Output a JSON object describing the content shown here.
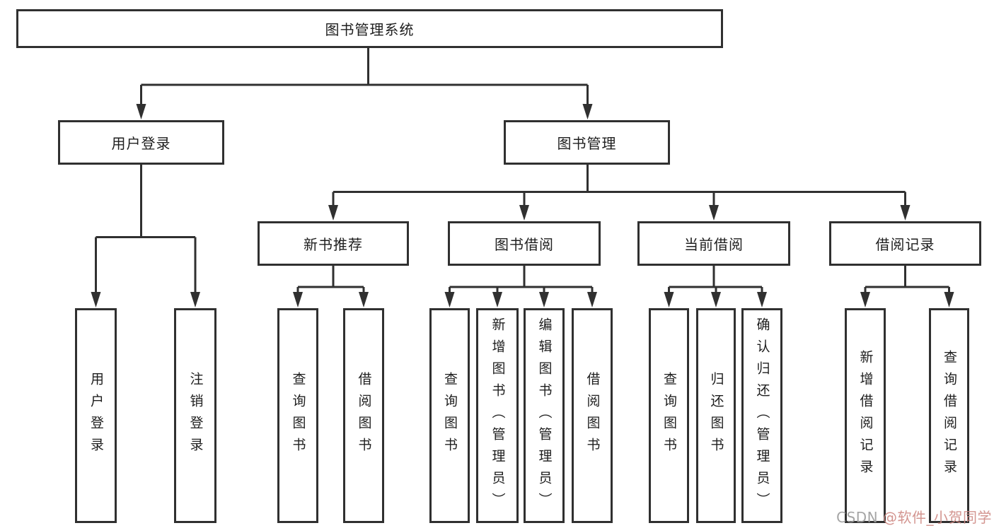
{
  "diagram": {
    "line_color": "#303030",
    "root": {
      "label": "图书管理系统"
    },
    "login": {
      "label": "用户登录",
      "children": [
        {
          "label": "用户登录"
        },
        {
          "label": "注销登录"
        }
      ]
    },
    "management": {
      "label": "图书管理",
      "sections": [
        {
          "label": "新书推荐",
          "children": [
            {
              "label": "查询图书"
            },
            {
              "label": "借阅图书"
            }
          ]
        },
        {
          "label": "图书借阅",
          "children": [
            {
              "label": "查询图书"
            },
            {
              "label": "新增图书（管理员）"
            },
            {
              "label": "编辑图书（管理员）"
            },
            {
              "label": "借阅图书"
            }
          ]
        },
        {
          "label": "当前借阅",
          "children": [
            {
              "label": "查询图书"
            },
            {
              "label": "归还图书"
            },
            {
              "label": "确认归还（管理员）"
            }
          ]
        },
        {
          "label": "借阅记录",
          "children": [
            {
              "label": "新增借阅记录"
            },
            {
              "label": "查询借阅记录"
            }
          ]
        }
      ]
    }
  },
  "watermark": {
    "prefix": "CSDN ",
    "handle": "@软件_小贺同学",
    "prefix_color": "#9c9c9c",
    "handle_color": "#cf8a84"
  }
}
